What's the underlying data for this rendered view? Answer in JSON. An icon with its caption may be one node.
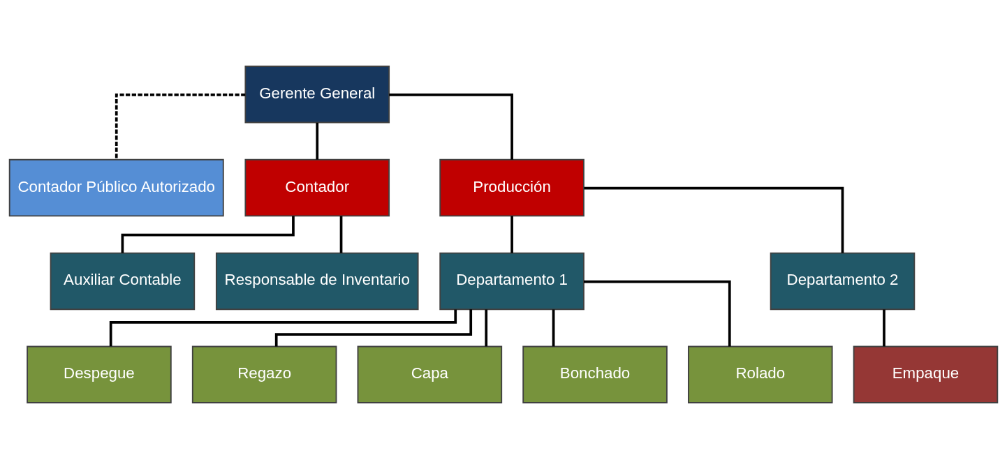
{
  "diagram": {
    "nodes": [
      {
        "text": [
          "Gerente General"
        ]
      },
      {
        "text": [
          "Contador Público Autorizado"
        ]
      },
      {
        "text": [
          "Contador"
        ]
      },
      {
        "text": [
          "Producción"
        ]
      },
      {
        "text": [
          "Auxiliar Contable"
        ]
      },
      {
        "text": [
          "Responsable de Inventario"
        ]
      },
      {
        "text": [
          "Departamento 1"
        ]
      },
      {
        "text": [
          "Departamento 2"
        ]
      },
      {
        "text": [
          "Despegue"
        ]
      },
      {
        "text": [
          "Regazo"
        ]
      },
      {
        "text": [
          "Capa"
        ]
      },
      {
        "text": [
          "Bonchado"
        ]
      },
      {
        "text": [
          "Rolado"
        ]
      },
      {
        "text": [
          "Empaque"
        ]
      }
    ],
    "edges": [
      {
        "from": 0,
        "to": 1,
        "arrow": "none",
        "style": "dashed"
      },
      {
        "from": 0,
        "to": 2,
        "arrow": "none"
      },
      {
        "from": 0,
        "to": 3,
        "arrow": "none"
      },
      {
        "from": 2,
        "to": 4,
        "arrow": "none"
      },
      {
        "from": 2,
        "to": 5,
        "arrow": "none"
      },
      {
        "from": 3,
        "to": 6,
        "arrow": "none"
      },
      {
        "from": 3,
        "to": 7,
        "arrow": "none"
      },
      {
        "from": 6,
        "to": 8,
        "arrow": "none"
      },
      {
        "from": 6,
        "to": 9,
        "arrow": "none"
      },
      {
        "from": 6,
        "to": 10,
        "arrow": "none"
      },
      {
        "from": 6,
        "to": 11,
        "arrow": "none"
      },
      {
        "from": 6,
        "to": 12,
        "arrow": "none"
      },
      {
        "from": 7,
        "to": 13,
        "arrow": "none"
      }
    ]
  }
}
